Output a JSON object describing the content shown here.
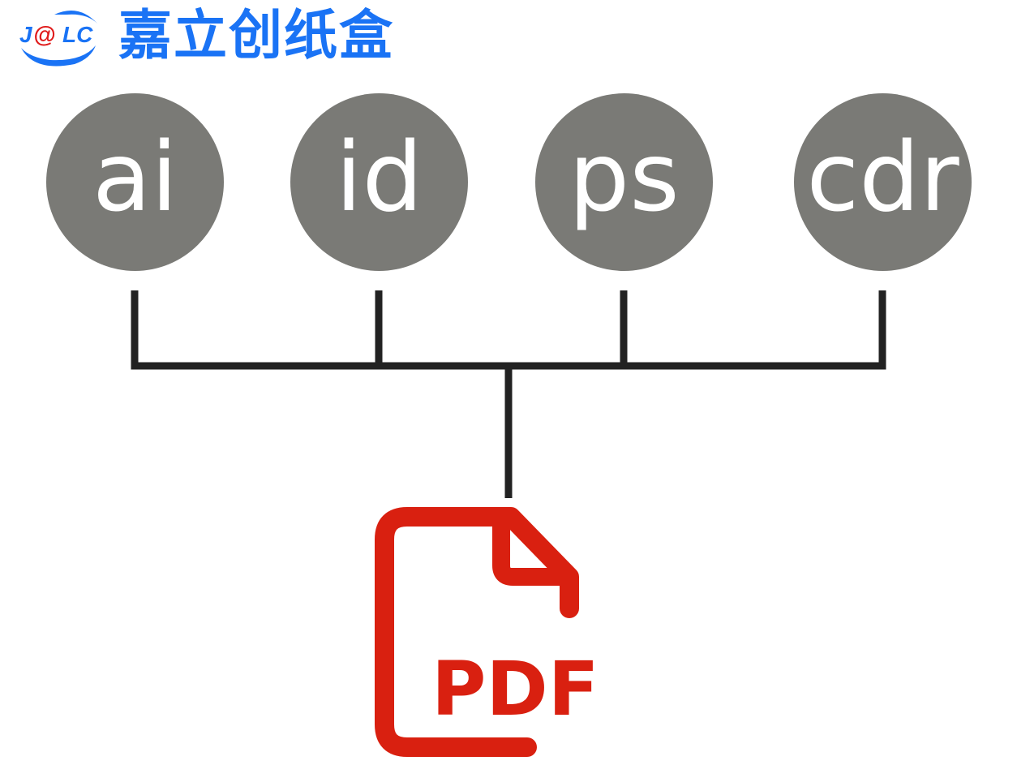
{
  "brand": {
    "logo_text": "J@LC",
    "name": "嘉立创纸盒",
    "color": "#1a73f5"
  },
  "formats": [
    {
      "label": "ai"
    },
    {
      "label": "id"
    },
    {
      "label": "ps"
    },
    {
      "label": "cdr"
    }
  ],
  "output": {
    "label": "PDF",
    "icon": "pdf-file-icon",
    "color": "#d92010"
  }
}
